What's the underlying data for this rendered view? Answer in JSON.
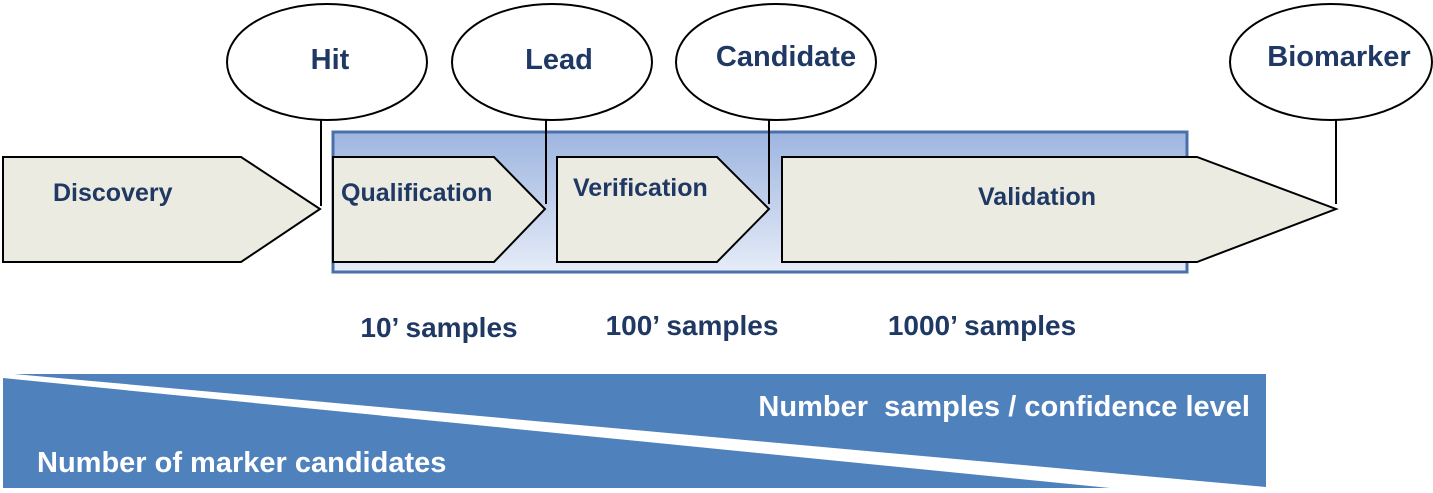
{
  "milestones": {
    "hit": "Hit",
    "lead": "Lead",
    "candidate": "Candidate",
    "biomarker": "Biomarker"
  },
  "phases": {
    "discovery": "Discovery",
    "qualification": "Qualification",
    "verification": "Verification",
    "validation": "Validation"
  },
  "sample_counts": {
    "qualification": "10’ samples",
    "verification": "100’ samples",
    "validation": "1000’ samples"
  },
  "trend_bar": {
    "upper_label": "Number  samples / confidence level",
    "lower_label": "Number of marker candidates"
  },
  "colors": {
    "phase_fill": "#ecebe1",
    "panel_fill_top": "#9db5e0",
    "panel_fill_bottom": "#e6ecf8",
    "panel_border": "#4a70ab",
    "bar_fill": "#4f81bd",
    "text_dark": "#1f3864"
  }
}
